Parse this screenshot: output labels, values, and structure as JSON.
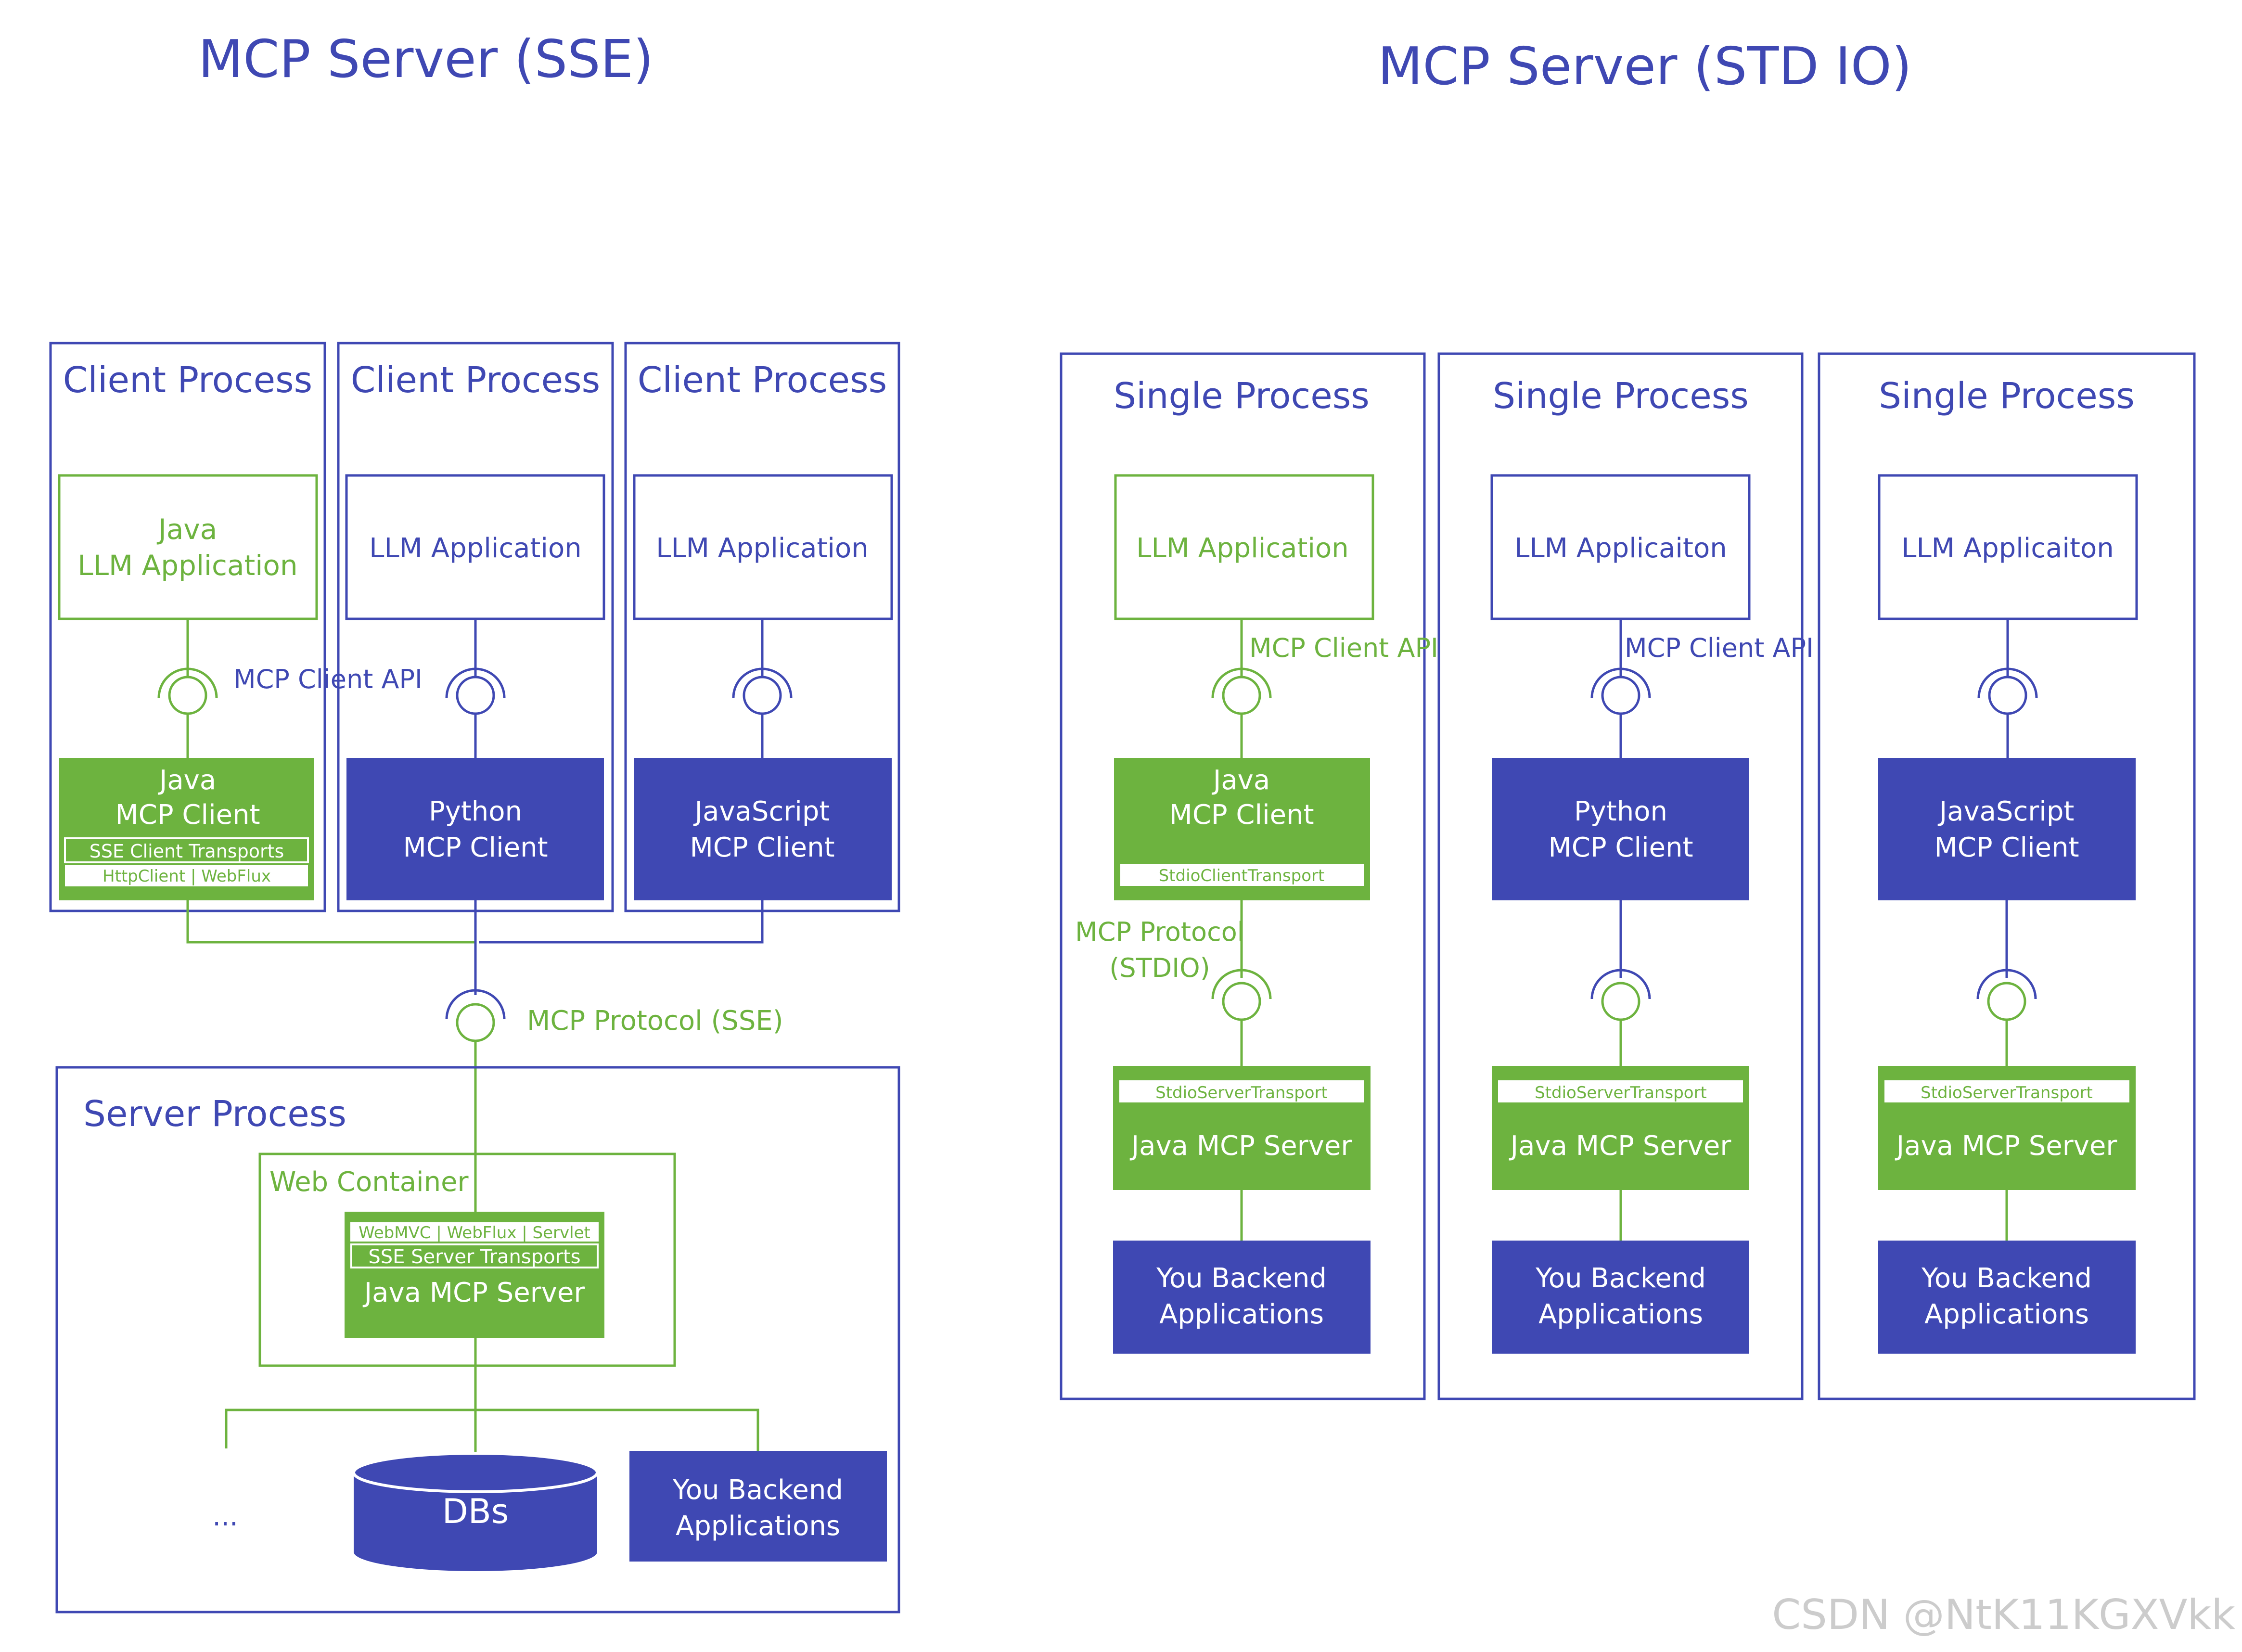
{
  "colors": {
    "blue": "#3F48B3",
    "green": "#6DB33F",
    "gray": "#cccccc",
    "white": "#ffffff"
  },
  "sse": {
    "title": "MCP Server (SSE)",
    "client_processes": [
      {
        "title": "Client Process",
        "app": {
          "lines": [
            "Java",
            "LLM Application"
          ]
        },
        "api_label": "MCP Client API",
        "client": {
          "lines": [
            "Java",
            "MCP Client"
          ],
          "transport": "SSE Client Transports",
          "transport_sub": "HttpClient | WebFlux"
        }
      },
      {
        "title": "Client Process",
        "app": {
          "lines": [
            "LLM Application"
          ]
        },
        "client": {
          "lines": [
            "Python",
            "MCP Client"
          ]
        }
      },
      {
        "title": "Client Process",
        "app": {
          "lines": [
            "LLM Application"
          ]
        },
        "client": {
          "lines": [
            "JavaScript",
            "MCP Client"
          ]
        }
      }
    ],
    "protocol_label": "MCP Protocol (SSE)",
    "server_process": {
      "title": "Server Process",
      "web_container": "Web Container",
      "server": {
        "sub": "WebMVC | WebFlux | Servlet",
        "transport": "SSE Server Transports",
        "label": "Java MCP Server"
      },
      "ellipsis": "...",
      "dbs": "DBs",
      "backend": [
        "You Backend",
        "Applications"
      ]
    }
  },
  "stdio": {
    "title": "MCP Server (STD IO)",
    "processes": [
      {
        "title": "Single Process",
        "app": "LLM Application",
        "api_label": "MCP Client API",
        "client": {
          "lines": [
            "Java",
            "MCP Client"
          ],
          "transport": "StdioClientTransport"
        },
        "protocol_label": [
          "MCP Protocol",
          "(STDIO)"
        ],
        "server_transport": "StdioServerTransport",
        "server": "Java MCP Server",
        "backend": [
          "You Backend",
          "Applications"
        ]
      },
      {
        "title": "Single Process",
        "app": "LLM Applicaiton",
        "api_label": "MCP Client API",
        "client": {
          "lines": [
            "Python",
            "MCP Client"
          ]
        },
        "server_transport": "StdioServerTransport",
        "server": "Java MCP Server",
        "backend": [
          "You Backend",
          "Applications"
        ]
      },
      {
        "title": "Single Process",
        "app": "LLM Applicaiton",
        "client": {
          "lines": [
            "JavaScript",
            "MCP Client"
          ]
        },
        "server_transport": "StdioServerTransport",
        "server": "Java MCP Server",
        "backend": [
          "You Backend",
          "Applications"
        ]
      }
    ]
  },
  "watermark": "CSDN @NtK11KGXVkk"
}
